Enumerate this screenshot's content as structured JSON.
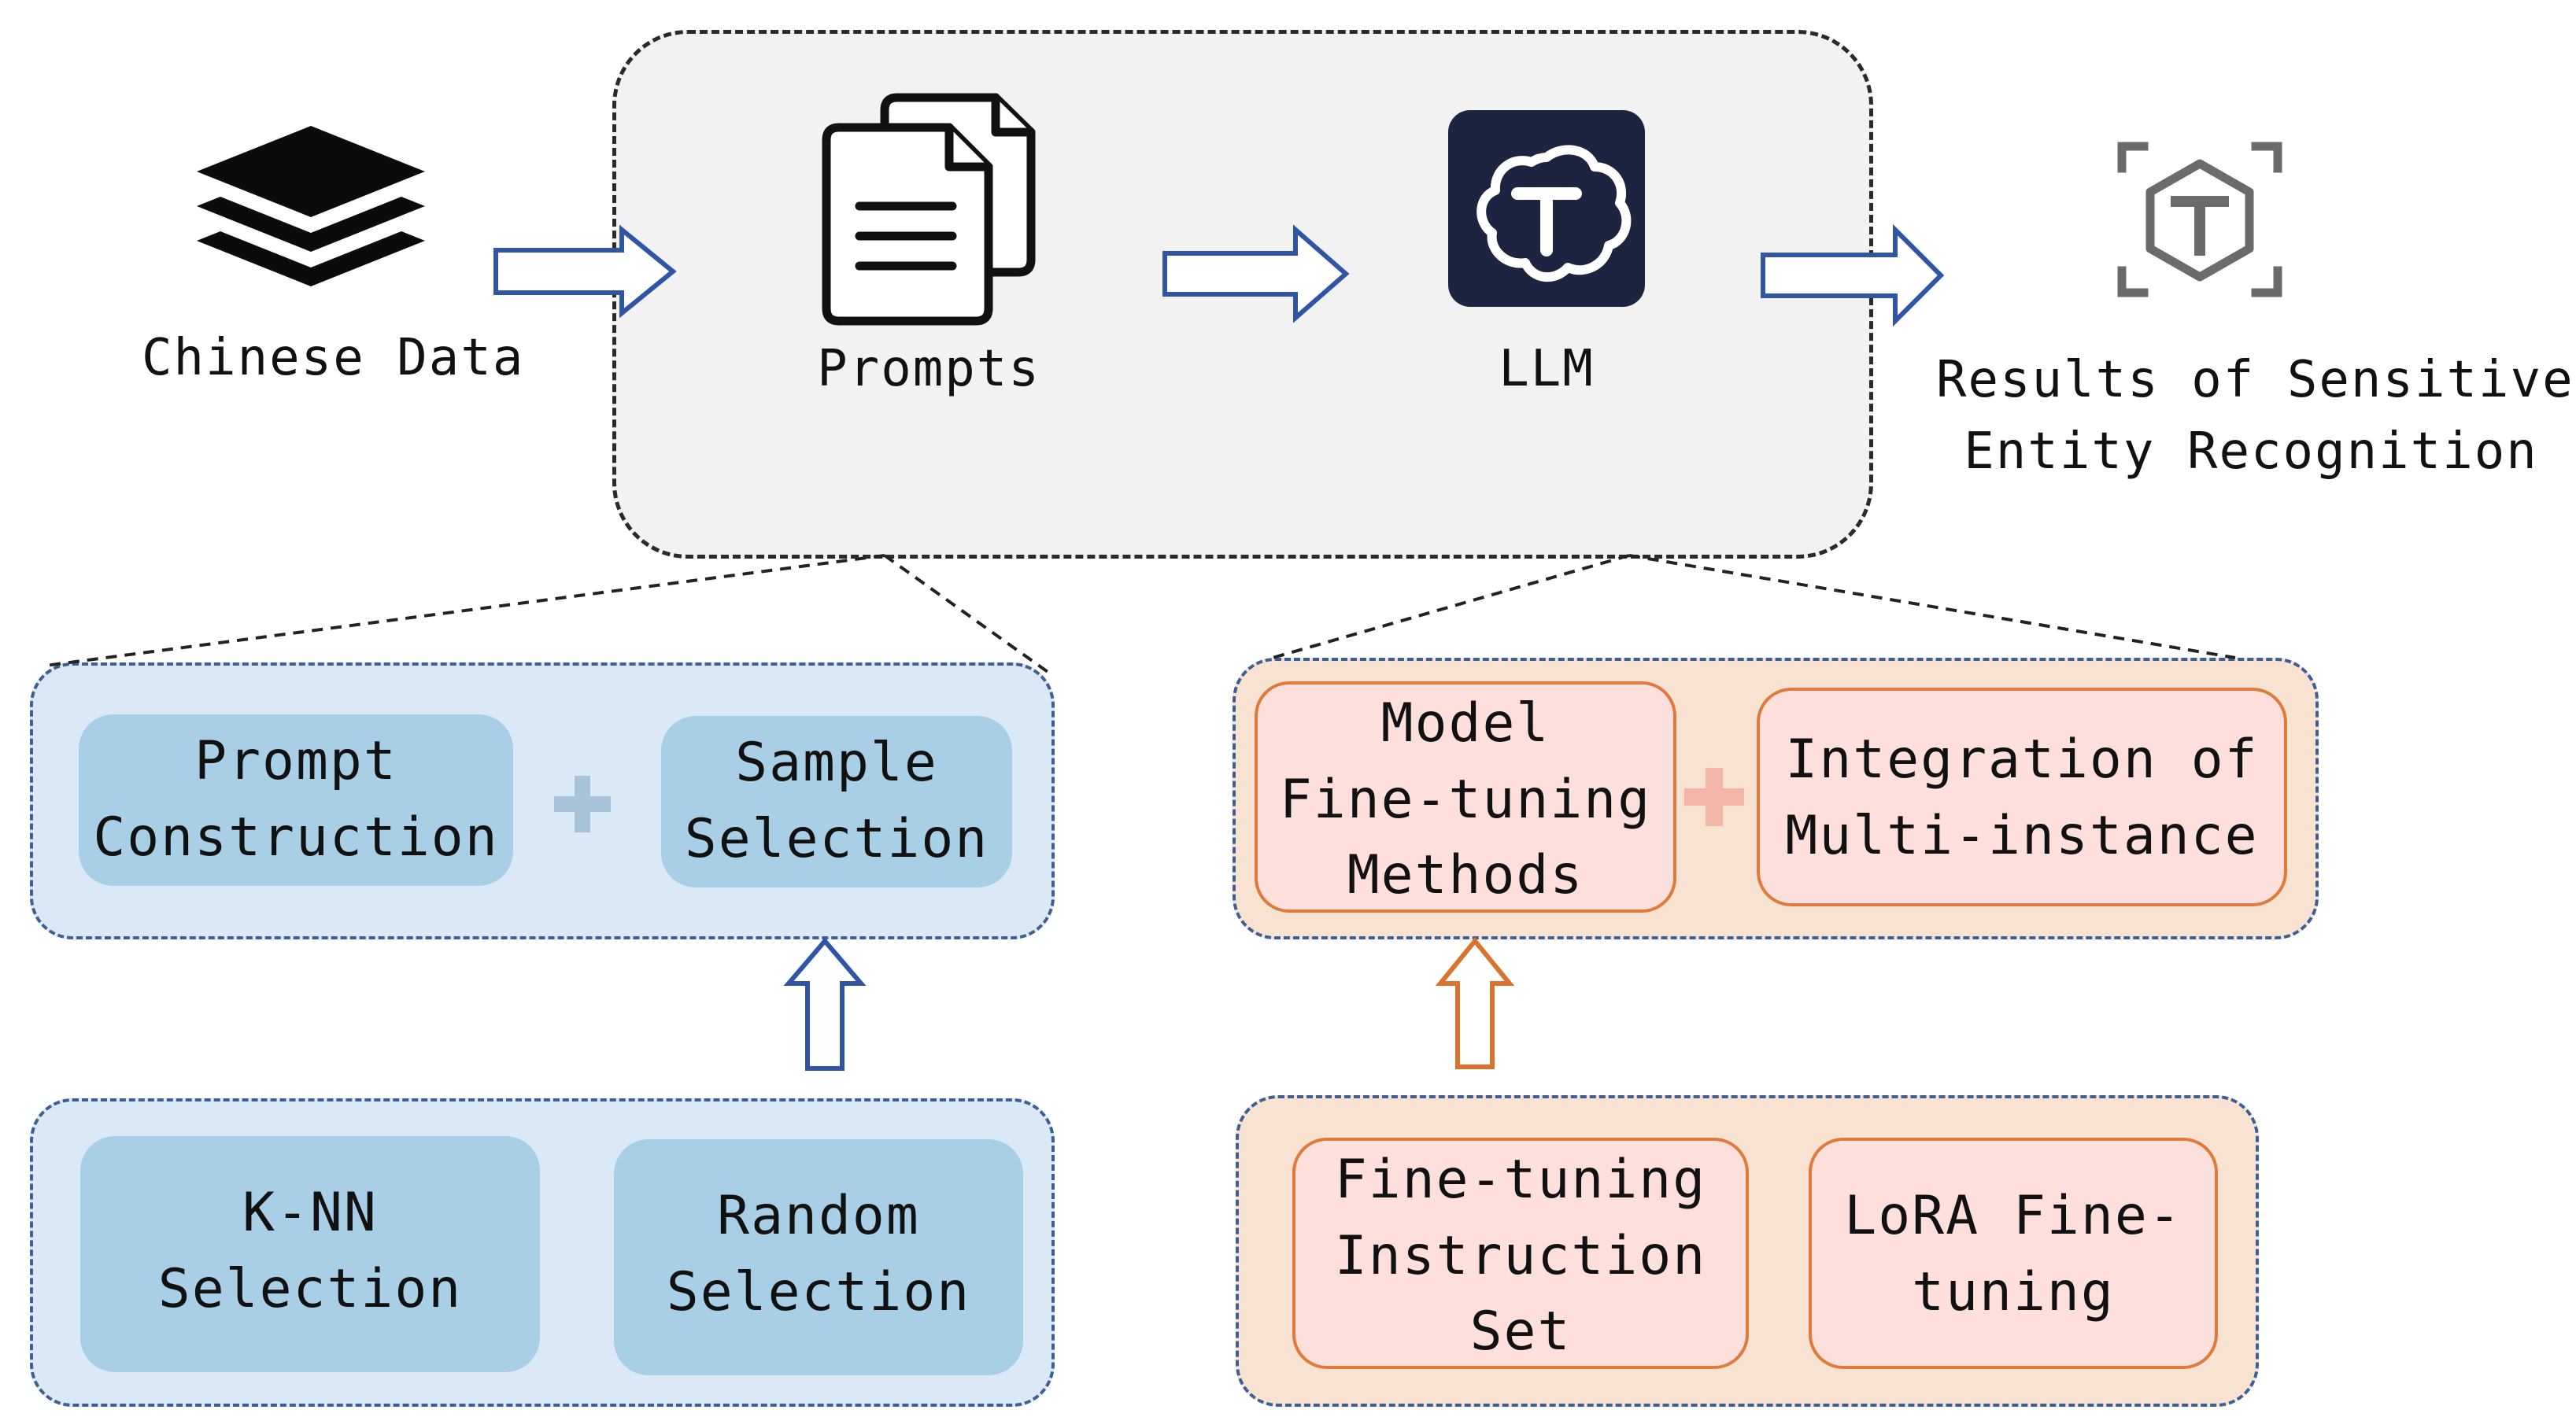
{
  "pipeline": {
    "input_label": "Chinese Data",
    "prompts_label": "Prompts",
    "llm_label": "LLM",
    "output_label_line1": "Results of Sensitive",
    "output_label_line2": "Entity Recognition"
  },
  "left_group": {
    "top_box_1": [
      "Prompt",
      "Construction"
    ],
    "top_box_2": [
      "Sample",
      "Selection"
    ],
    "bottom_box_1": [
      "K-NN",
      "Selection"
    ],
    "bottom_box_2": [
      "Random",
      "Selection"
    ]
  },
  "right_group": {
    "top_box_1": [
      "Model",
      "Fine-tuning",
      "Methods"
    ],
    "top_box_2": [
      "Integration of",
      "Multi-instance"
    ],
    "bottom_box_1": [
      "Fine-tuning",
      "Instruction",
      "Set"
    ],
    "bottom_box_2": [
      "LoRA Fine-",
      "tuning"
    ]
  },
  "colors": {
    "arrow_blue": "#2f55a4",
    "arrow_orange": "#d9742e",
    "llm_tile": "#1c2440",
    "output_icon": "#666666"
  },
  "icons": {
    "input": "stack-layers-icon",
    "prompts": "documents-icon",
    "llm": "llm-logo-icon",
    "output": "recognition-result-icon"
  }
}
